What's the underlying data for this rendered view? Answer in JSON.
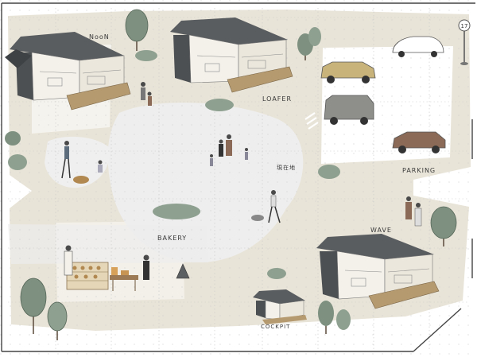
{
  "map": {
    "labels": {
      "noon": "NooN",
      "loafer": "LOAFER",
      "parking": "PARKING",
      "bakery": "BAKERY",
      "wave": "WAVE",
      "cockpit": "COCKPIT",
      "current_site": "現在地"
    },
    "signpost": {
      "number": "17"
    },
    "colors": {
      "path": "#e9e4d8",
      "plaza": "#eeeeee",
      "grid": "#c9c9c9",
      "building_dark": "#4d5053",
      "deck": "#b69a6f",
      "tree": "#7e9180",
      "car_yellow": "#c8b37a",
      "car_gray": "#8e8e8a",
      "car_brown": "#8b6b57"
    }
  }
}
